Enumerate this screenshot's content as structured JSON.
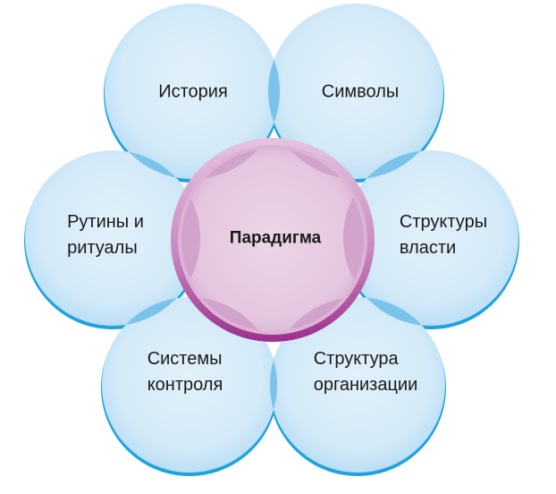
{
  "diagram": {
    "center": {
      "label": "Парадигма"
    },
    "nodes": [
      {
        "lines": [
          "История"
        ]
      },
      {
        "lines": [
          "Символы"
        ]
      },
      {
        "lines": [
          "Структуры",
          "власти"
        ]
      },
      {
        "lines": [
          "Структура",
          "организации"
        ]
      },
      {
        "lines": [
          "Системы",
          "контроля"
        ]
      },
      {
        "lines": [
          "Рутины и",
          "ритуалы"
        ]
      }
    ]
  },
  "colors": {
    "outer_fill": "#d6ebf8",
    "outer_edge": "#bfe0f5",
    "outer_rim": "#1ea3df",
    "overlap": "#7cc3ec",
    "center_fill": "#e8cde3",
    "center_overlap": "#cf9ec8",
    "center_rim": "#a33d95",
    "center_rim_light": "#dcb3d6"
  }
}
